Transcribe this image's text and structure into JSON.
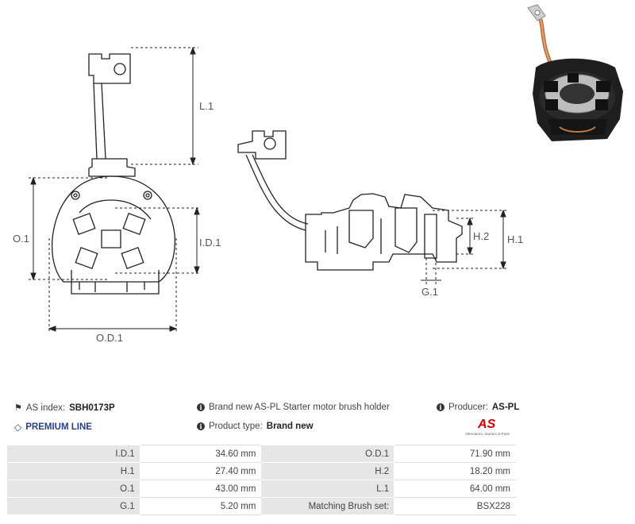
{
  "drawing": {
    "labels": {
      "l1": "L.1",
      "o1": "O.1",
      "id1": "I.D.1",
      "od1": "O.D.1",
      "h1": "H.1",
      "h2": "H.2",
      "g1": "G.1"
    }
  },
  "info": {
    "as_index_label": "AS index:",
    "as_index_value": "SBH0173P",
    "description": "Brand new AS-PL Starter motor brush holder",
    "producer_label": "Producer:",
    "producer_value": "AS-PL",
    "premium": "PREMIUM LINE",
    "product_type_label": "Product type:",
    "product_type_value": "Brand new"
  },
  "logo": {
    "mark": "AS",
    "tagline": "Alternators, Starters & Parts"
  },
  "specs": {
    "rows": [
      {
        "l1": "I.D.1",
        "v1": "34.60 mm",
        "l2": "O.D.1",
        "v2": "71.90 mm"
      },
      {
        "l1": "H.1",
        "v1": "27.40 mm",
        "l2": "H.2",
        "v2": "18.20 mm"
      },
      {
        "l1": "O.1",
        "v1": "43.00 mm",
        "l2": "L.1",
        "v2": "64.00 mm"
      },
      {
        "l1": "G.1",
        "v1": "5.20 mm",
        "l2": "Matching Brush set:",
        "v2": "BSX228"
      }
    ]
  }
}
